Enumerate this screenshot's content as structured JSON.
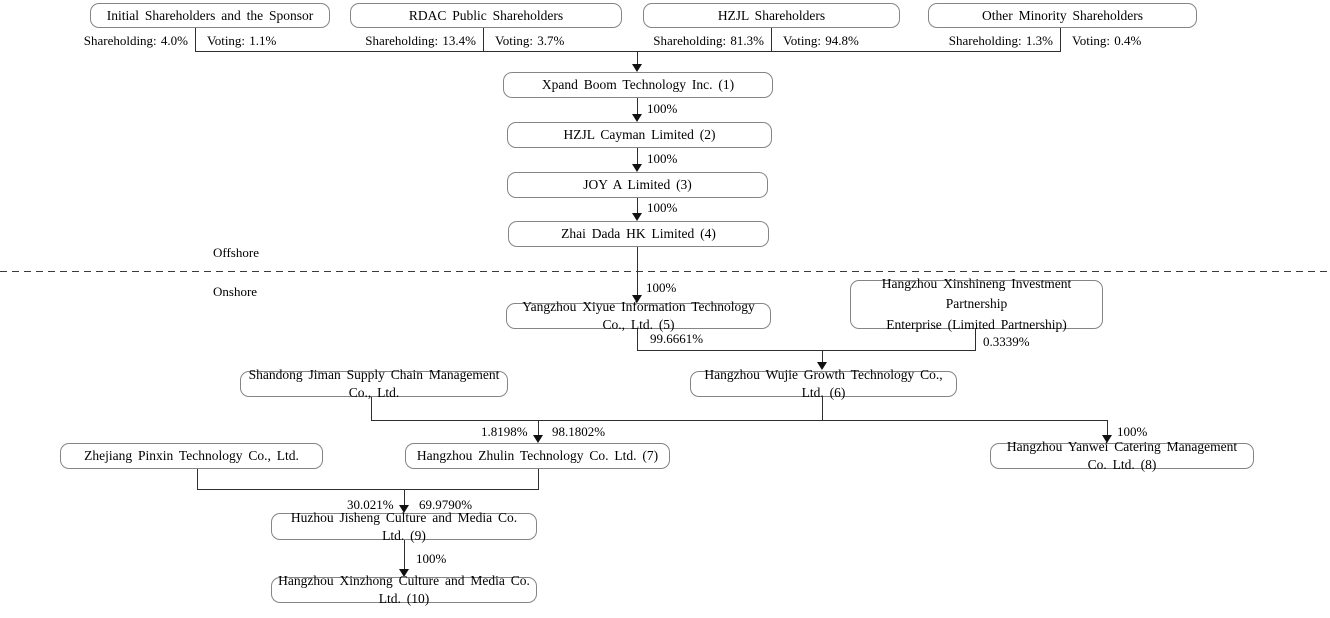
{
  "shareholders": [
    {
      "name": "Initial Shareholders and the Sponsor",
      "shareholding": "Shareholding: 4.0%",
      "voting": "Voting: 1.1%"
    },
    {
      "name": "RDAC Public Shareholders",
      "shareholding": "Shareholding: 13.4%",
      "voting": "Voting: 3.7%"
    },
    {
      "name": "HZJL Shareholders",
      "shareholding": "Shareholding: 81.3%",
      "voting": "Voting: 94.8%"
    },
    {
      "name": "Other Minority Shareholders",
      "shareholding": "Shareholding: 1.3%",
      "voting": "Voting: 0.4%"
    }
  ],
  "regions": {
    "offshore": "Offshore",
    "onshore": "Onshore"
  },
  "entities": {
    "xpand_boom": "Xpand Boom Technology Inc. (1)",
    "hzjl_cayman": "HZJL Cayman Limited (2)",
    "joy_a": "JOY A Limited (3)",
    "zhai_dada": "Zhai Dada HK Limited (4)",
    "yangzhou_xiyue": "Yangzhou Xiyue Information Technology Co., Ltd. (5)",
    "xinshineng_line1": "Hangzhou Xinshineng Investment Partnership",
    "xinshineng_line2": "Enterprise (Limited Partnership)",
    "shandong_jiman": "Shandong Jiman Supply Chain Management Co., Ltd.",
    "hangzhou_wujie": "Hangzhou Wujie Growth Technology Co., Ltd. (6)",
    "zhejiang_pinxin": "Zhejiang Pinxin Technology Co., Ltd.",
    "hangzhou_zhulin": "Hangzhou Zhulin Technology Co. Ltd. (7)",
    "hangzhou_yanwei": "Hangzhou Yanwei Catering Management Co. Ltd. (8)",
    "huzhou_jisheng": "Huzhou Jisheng Culture and Media Co. Ltd. (9)",
    "hangzhou_xinzhong": "Hangzhou Xinzhong Culture and Media Co. Ltd. (10)"
  },
  "ownership": {
    "xpand_to_cayman": "100%",
    "cayman_to_joy": "100%",
    "joy_to_zhai": "100%",
    "zhai_to_xiyue": "100%",
    "xiyue_to_wujie": "99.6661%",
    "xinshineng_to_wujie": "0.3339%",
    "shandong_to_zhulin": "1.8198%",
    "wujie_to_zhulin": "98.1802%",
    "wujie_to_yanwei": "100%",
    "pinxin_to_jisheng": "30.021%",
    "zhulin_to_jisheng": "69.9790%",
    "jisheng_to_xinzhong": "100%"
  },
  "colors": {
    "line": "#2e2e2e",
    "box_border": "#858585",
    "text": "#000000",
    "background": "#ffffff"
  }
}
